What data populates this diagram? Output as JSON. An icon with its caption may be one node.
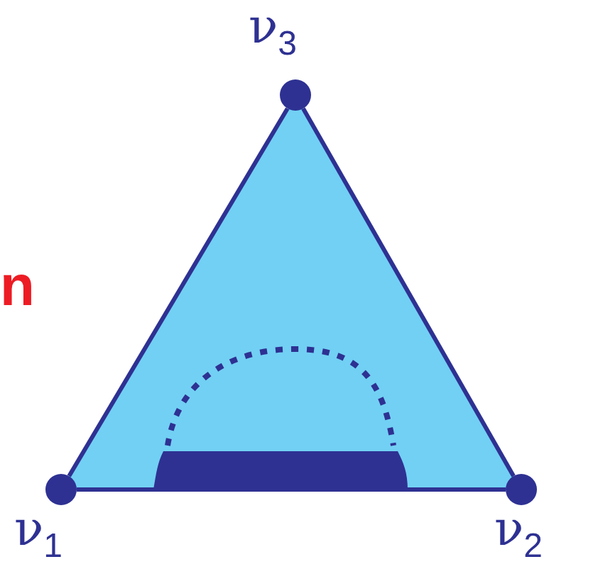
{
  "diagram": {
    "nodes": [
      {
        "text": [
          "ν$_{1}$"
        ]
      },
      {
        "text": [
          "ν$_{2}$"
        ]
      },
      {
        "text": [
          "ν$_{3}$"
        ]
      }
    ],
    "edges": [
      {
        "from": 0,
        "to": 1,
        "arrow": "none"
      },
      {
        "from": 1,
        "to": 2,
        "arrow": "none"
      },
      {
        "from": 2,
        "to": 0,
        "arrow": "none"
      }
    ],
    "labels": [
      "n"
    ]
  }
}
